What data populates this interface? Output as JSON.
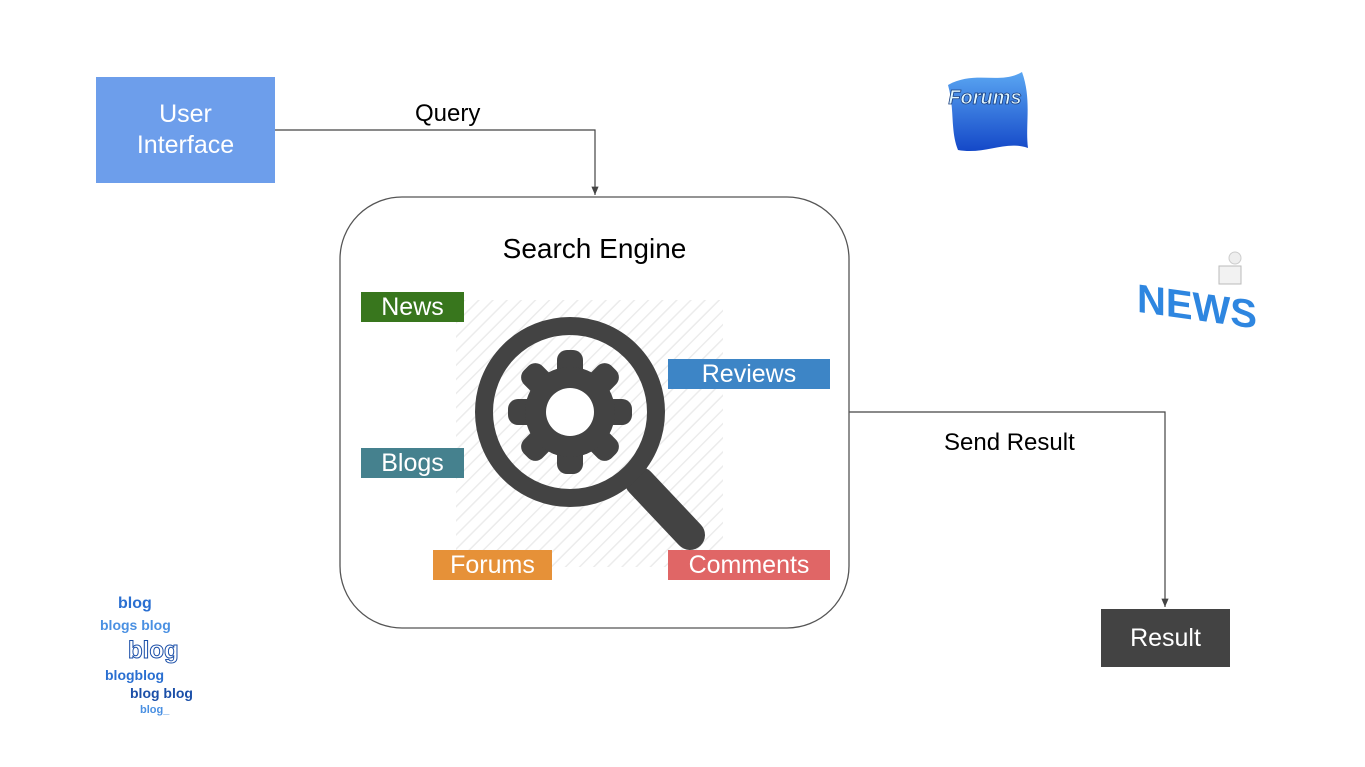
{
  "nodes": {
    "user_interface": {
      "label_line1": "User",
      "label_line2": "Interface",
      "color": "#6d9eeb"
    },
    "search_engine": {
      "title": "Search Engine"
    },
    "result": {
      "label": "Result",
      "color": "#434343"
    }
  },
  "edges": {
    "query": {
      "label": "Query"
    },
    "send_result": {
      "label": "Send Result"
    }
  },
  "sources": [
    {
      "label": "News",
      "color": "#38761d"
    },
    {
      "label": "Reviews",
      "color": "#3d85c6"
    },
    {
      "label": "Blogs",
      "color": "#45818e"
    },
    {
      "label": "Forums",
      "color": "#e69138"
    },
    {
      "label": "Comments",
      "color": "#e06666"
    }
  ],
  "decorations": {
    "forums_logo": "Forums",
    "news_logo": "NEWS",
    "blog_cloud": "blog"
  },
  "icons": {
    "center": "magnifier-gear-icon"
  }
}
